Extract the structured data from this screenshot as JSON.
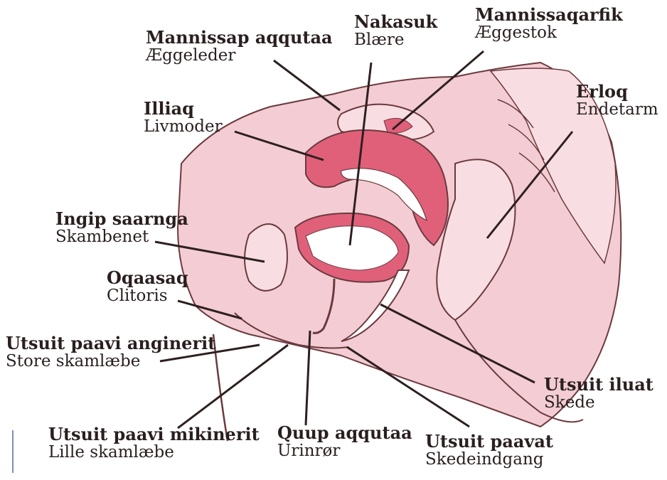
{
  "labels": [
    {
      "id": "mannissap-aqqutaa",
      "greenlandic": "Mannissap aqqutaa",
      "danish": "Æggeleder"
    },
    {
      "id": "nakasuk",
      "greenlandic": "Nakasuk",
      "danish": "Blære"
    },
    {
      "id": "mannissaqarfik",
      "greenlandic": "Mannissaqarfik",
      "danish": "Æggestok"
    },
    {
      "id": "illiaq",
      "greenlandic": "Illiaq",
      "danish": "Livmoder"
    },
    {
      "id": "erloq",
      "greenlandic": "Erloq",
      "danish": "Endetarm"
    },
    {
      "id": "ingip-saarnga",
      "greenlandic": "Ingip saarnga",
      "danish": "Skambenet"
    },
    {
      "id": "oqaasaq",
      "greenlandic": "Oqaasaq",
      "danish": "Clitoris"
    },
    {
      "id": "utsuit-paavi-anginerit",
      "greenlandic": "Utsuit paavi anginerit",
      "danish": "Store skamlæbe"
    },
    {
      "id": "utsuit-iluat",
      "greenlandic": "Utsuit iluat",
      "danish": "Skede"
    },
    {
      "id": "utsuit-paavi-mikinerit",
      "greenlandic": "Utsuit paavi mikinerit",
      "danish": "Lille skamlæbe"
    },
    {
      "id": "quup-aqqutaa",
      "greenlandic": "Quup aqqutaa",
      "danish": "Urinrør"
    },
    {
      "id": "utsuit-paavat",
      "greenlandic": "Utsuit paavat",
      "danish": "Skedeindgang"
    }
  ],
  "colors": {
    "tissue": "#f3cdd3",
    "tissue_light": "#f8dee2",
    "uterus": "#e0607a",
    "outline": "#6b3a3e",
    "leader": "#2e2020"
  }
}
